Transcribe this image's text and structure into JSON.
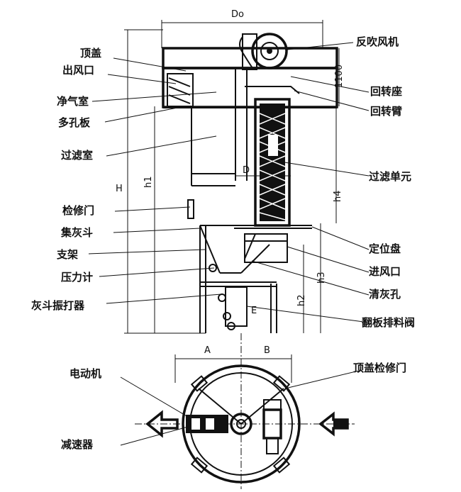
{
  "labels": {
    "top_cover": "顶盖",
    "outlet": "出风口",
    "clean_chamber": "净气室",
    "orifice_plate": "多孔板",
    "filter_chamber": "过滤室",
    "access_door": "检修门",
    "ash_hopper": "集灰斗",
    "support": "支架",
    "pressure_gauge": "压力计",
    "hopper_vibrator": "灰斗振打器",
    "reverse_fan": "反吹风机",
    "rotary_seat": "回转座",
    "rotary_arm": "回转臂",
    "filter_unit": "过滤单元",
    "positioning_disc": "定位盘",
    "inlet": "进风口",
    "cleanout_hole": "清灰孔",
    "flap_valve": "翻板排料阀",
    "motor": "电动机",
    "top_cover_door": "顶盖检修门",
    "reducer": "减速器"
  },
  "dimensions": {
    "outer_diameter": "Do",
    "inner_diameter": "D",
    "height": "H",
    "h1": "h1",
    "h2": "h2",
    "h3": "h3",
    "h4": "h4",
    "top_height": "1100",
    "plan_a": "A",
    "plan_b": "B",
    "e_mark": "E"
  }
}
